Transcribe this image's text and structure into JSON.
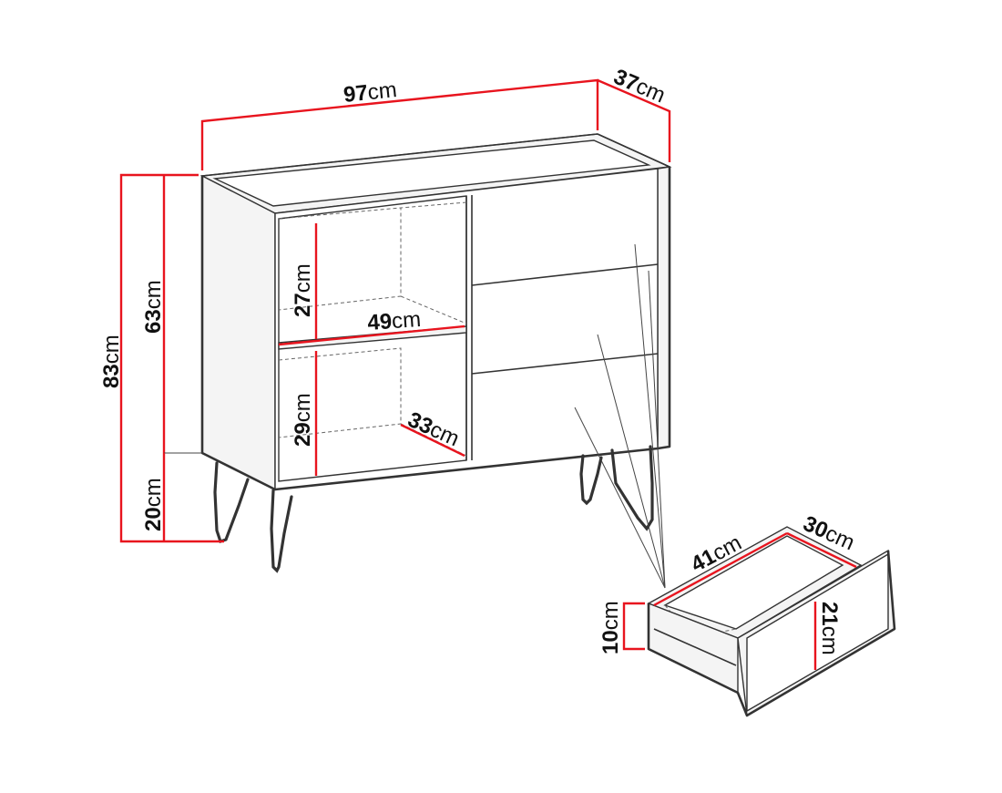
{
  "dimensions": {
    "unit": "cm",
    "width": "97",
    "depth": "37",
    "height_total": "83",
    "height_body": "63",
    "height_legs": "20",
    "shelf_upper": "27",
    "shelf_lower": "29",
    "shelf_width": "49",
    "shelf_depth": "33",
    "drawer_width": "41",
    "drawer_depth": "30",
    "drawer_height": "10",
    "drawer_front_height": "21"
  },
  "colors": {
    "dimension_line": "#e8141e",
    "outline": "#333333",
    "panel_fill": "#f4f4f4"
  }
}
